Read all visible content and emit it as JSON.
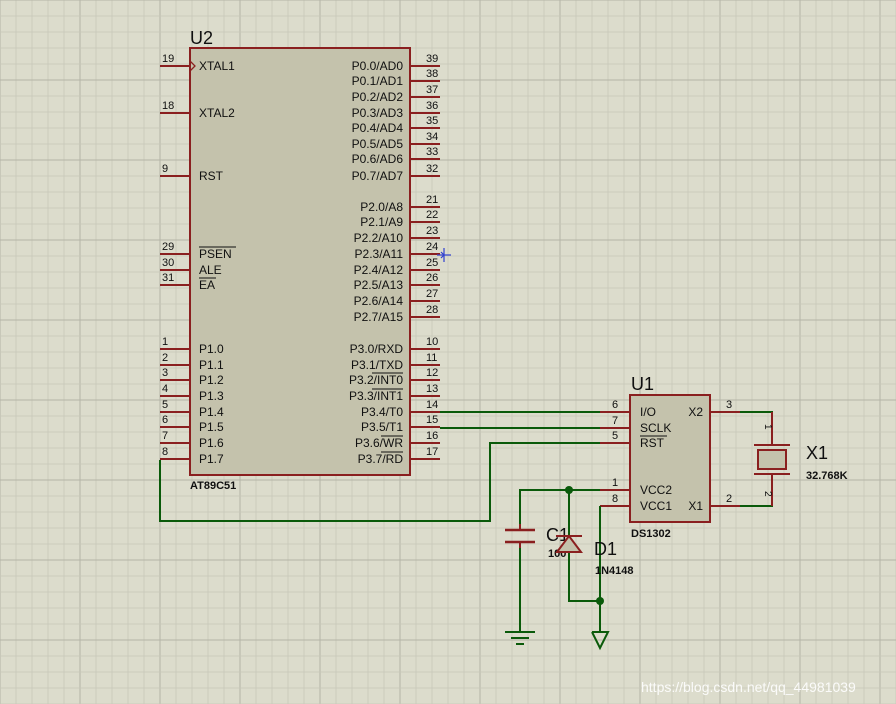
{
  "colors": {
    "background": "#dcdccc",
    "grid_minor": "#c7c7b9",
    "grid_major": "#b4b4a6",
    "component_body": "#c4c2ac",
    "component_stroke": "#8a1f1f",
    "wire": "#0a5a0a",
    "text": "#101010",
    "watermark": "#ffffff"
  },
  "u2": {
    "ref": "U2",
    "part": "AT89C51",
    "left_pins": [
      {
        "num": "19",
        "name": "XTAL1"
      },
      {
        "num": "18",
        "name": "XTAL2"
      },
      {
        "num": "9",
        "name": "RST"
      },
      {
        "num": "29",
        "name": "PSEN"
      },
      {
        "num": "30",
        "name": "ALE"
      },
      {
        "num": "31",
        "name": "EA"
      },
      {
        "num": "1",
        "name": "P1.0"
      },
      {
        "num": "2",
        "name": "P1.1"
      },
      {
        "num": "3",
        "name": "P1.2"
      },
      {
        "num": "4",
        "name": "P1.3"
      },
      {
        "num": "5",
        "name": "P1.4"
      },
      {
        "num": "6",
        "name": "P1.5"
      },
      {
        "num": "7",
        "name": "P1.6"
      },
      {
        "num": "8",
        "name": "P1.7"
      }
    ],
    "right_pins": [
      {
        "num": "39",
        "name": "P0.0/AD0"
      },
      {
        "num": "38",
        "name": "P0.1/AD1"
      },
      {
        "num": "37",
        "name": "P0.2/AD2"
      },
      {
        "num": "36",
        "name": "P0.3/AD3"
      },
      {
        "num": "35",
        "name": "P0.4/AD4"
      },
      {
        "num": "34",
        "name": "P0.5/AD5"
      },
      {
        "num": "33",
        "name": "P0.6/AD6"
      },
      {
        "num": "32",
        "name": "P0.7/AD7"
      },
      {
        "num": "21",
        "name": "P2.0/A8"
      },
      {
        "num": "22",
        "name": "P2.1/A9"
      },
      {
        "num": "23",
        "name": "P2.2/A10"
      },
      {
        "num": "24",
        "name": "P2.3/A11"
      },
      {
        "num": "25",
        "name": "P2.4/A12"
      },
      {
        "num": "26",
        "name": "P2.5/A13"
      },
      {
        "num": "27",
        "name": "P2.6/A14"
      },
      {
        "num": "28",
        "name": "P2.7/A15"
      },
      {
        "num": "10",
        "name": "P3.0/RXD"
      },
      {
        "num": "11",
        "name": "P3.1/TXD"
      },
      {
        "num": "12",
        "name": "P3.2/INT0"
      },
      {
        "num": "13",
        "name": "P3.3/INT1"
      },
      {
        "num": "14",
        "name": "P3.4/T0"
      },
      {
        "num": "15",
        "name": "P3.5/T1"
      },
      {
        "num": "16",
        "name": "P3.6/WR"
      },
      {
        "num": "17",
        "name": "P3.7/RD"
      }
    ]
  },
  "u1": {
    "ref": "U1",
    "part": "DS1302",
    "left_pins": [
      {
        "num": "6",
        "name": "I/O"
      },
      {
        "num": "7",
        "name": "SCLK"
      },
      {
        "num": "5",
        "name": "RST"
      },
      {
        "num": "1",
        "name": "VCC2"
      },
      {
        "num": "8",
        "name": "VCC1"
      }
    ],
    "right_pins": [
      {
        "num": "3",
        "name": "X2"
      },
      {
        "num": "2",
        "name": "X1"
      }
    ]
  },
  "x1": {
    "ref": "X1",
    "value": "32.768K",
    "pin_top": "1",
    "pin_bottom": "2"
  },
  "c1": {
    "ref": "C1",
    "value": "100"
  },
  "d1": {
    "ref": "D1",
    "part": "1N4148"
  },
  "watermark": "https://blog.csdn.net/qq_44981039"
}
